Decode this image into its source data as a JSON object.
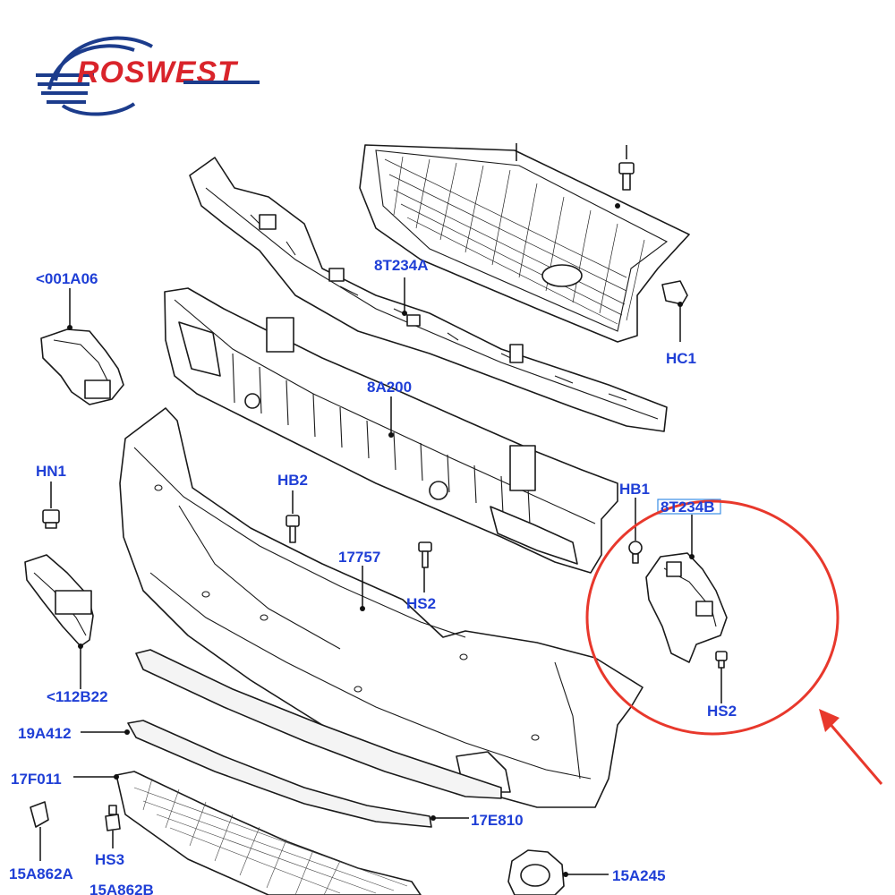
{
  "logo": {
    "text": "ROSWEST",
    "colors": {
      "text": "#d9242b",
      "swoosh": "#1c3c8c"
    }
  },
  "labels": [
    {
      "id": "a06",
      "text": "<001A06"
    },
    {
      "id": "234a",
      "text": "8T234A"
    },
    {
      "id": "hc1",
      "text": "HC1"
    },
    {
      "id": "8a200",
      "text": "8A200"
    },
    {
      "id": "hn1",
      "text": "HN1"
    },
    {
      "id": "hb2",
      "text": "HB2"
    },
    {
      "id": "17757",
      "text": "17757"
    },
    {
      "id": "hs2a",
      "text": "HS2"
    },
    {
      "id": "hb1",
      "text": "HB1"
    },
    {
      "id": "234b",
      "text": "8T234B"
    },
    {
      "id": "b22",
      "text": "<112B22"
    },
    {
      "id": "hs2b",
      "text": "HS2"
    },
    {
      "id": "a412",
      "text": "19A412"
    },
    {
      "id": "f011",
      "text": "17F011"
    },
    {
      "id": "e810",
      "text": "17E810"
    },
    {
      "id": "hs3",
      "text": "HS3"
    },
    {
      "id": "a862a",
      "text": "15A862A"
    },
    {
      "id": "a862b",
      "text": "15A862B"
    },
    {
      "id": "a245",
      "text": "15A245"
    }
  ],
  "highlight": {
    "part": "8T234B",
    "color": "#e8382c"
  },
  "label_color": "#1f3fd6"
}
